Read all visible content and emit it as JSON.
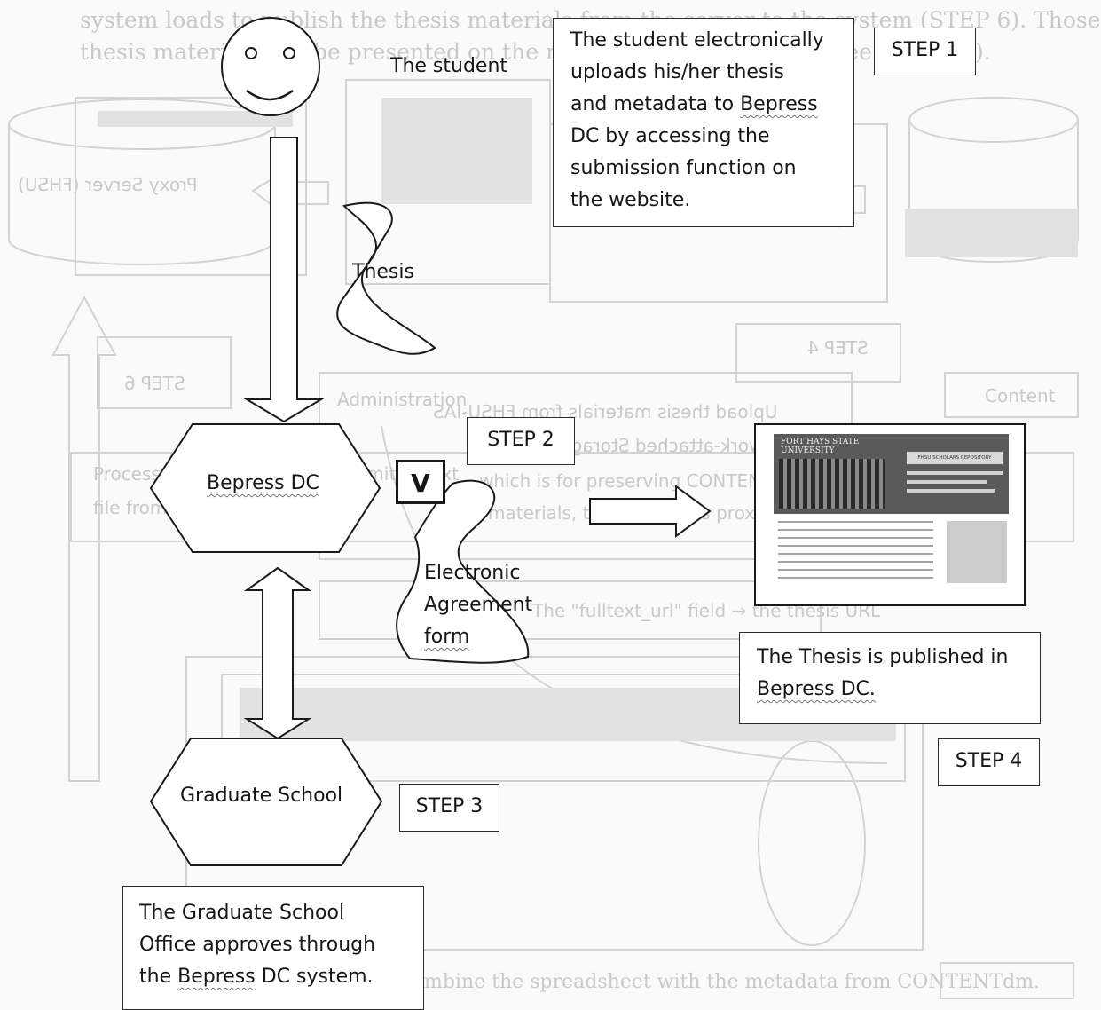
{
  "diagram": {
    "actors": {
      "student": "The student",
      "bepress": "Bepress DC",
      "graduate_school": "Graduate School"
    },
    "documents": {
      "thesis": "Thesis",
      "agreement_lines": [
        "Electronic",
        "Agreement",
        "form"
      ]
    },
    "check_mark": "V",
    "steps": {
      "step1": "STEP 1",
      "step2": "STEP 2",
      "step3": "STEP 3",
      "step4": "STEP 4"
    },
    "notes": {
      "student_upload_lines": [
        "The student electronically",
        "uploads his/her thesis",
        "and metadata to Bepress",
        "DC by accessing the",
        "submission function on",
        "the website."
      ],
      "published_lines": [
        "The Thesis is published in",
        "Bepress DC."
      ],
      "approval_lines": [
        "The Graduate School",
        "Office approves through",
        "the Bepress DC system."
      ]
    },
    "screenshot": {
      "header_title": "FORT HAYS STATE",
      "header_subtitle": "UNIVERSITY",
      "banner": "FHSU SCHOLARS REPOSITORY"
    },
    "bleed_through": {
      "top_line_1": "system loads to publish the thesis materials from the server to the system (STEP 6). Those",
      "top_line_2": "thesis materials will be presented on the repository site (STEP 7) (See Figure 2).",
      "proxy_server": "Proxy Server (FHSU)",
      "step_6": "STEP 6",
      "step_4_mirror": "STEP 4",
      "administration": "Administration",
      "upload_line_1": "Upload thesis materials from FHSU-IAS",
      "upload_line_2": "Network-attached Storage (NAS)",
      "upload_line_3": "which is for preserving CONTENTdm data",
      "upload_line_4": "materials, to the campus proxy server",
      "metadata_line_1": "Process metadata as a tab delimited text",
      "metadata_line_2": "file from CONTENTdm.",
      "fulltext_line": "The \"fulltext_url\" field → the thesis URL",
      "bottom_line": "9. Combine the spreadsheet with the metadata from CONTENTdm.",
      "content_label": "Content"
    }
  }
}
